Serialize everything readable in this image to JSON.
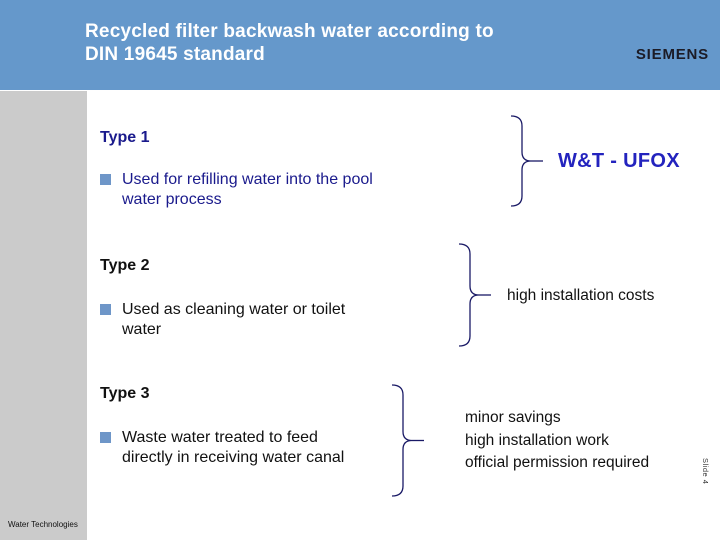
{
  "slide": {
    "header": {
      "title_line1": "Recycled filter backwash water according to",
      "title_line2": "DIN 19645 standard",
      "logo": "SIEMENS"
    },
    "sections": [
      {
        "heading": "Type 1",
        "bullet_line1": "Used for refilling water into the pool",
        "bullet_line2": "water process",
        "annotation_lines": [
          "W&T - UFOX"
        ]
      },
      {
        "heading": "Type 2",
        "bullet_line1": "Used as cleaning water or toilet",
        "bullet_line2": "water",
        "annotation_lines": [
          "high installation costs"
        ]
      },
      {
        "heading": "Type 3",
        "bullet_line1": "Waste water treated to feed",
        "bullet_line2": "directly in receiving water canal",
        "annotation_lines": [
          "minor savings",
          "high installation work",
          "official permission required"
        ]
      }
    ],
    "footer": {
      "left_text": "Water Technologies",
      "slide_number_label": "Slide 4"
    },
    "colors": {
      "header_blue": "#6598CB",
      "sidebar_gray": "#CBCBCB",
      "navy_text": "#1A1A8C",
      "ufox_blue": "#2323BE",
      "bullet_square_blue": "#6E96C8",
      "brace_navy": "#1A1A66",
      "title_white": "#FFFFFF",
      "logo_dark": "#1B1B26"
    }
  }
}
